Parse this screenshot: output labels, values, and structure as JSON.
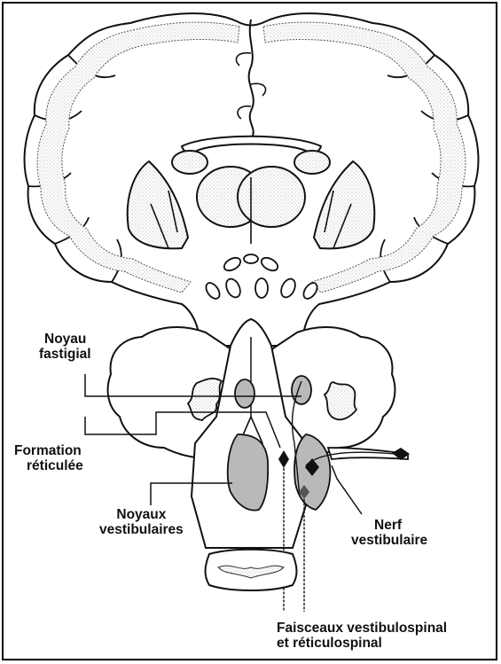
{
  "labels": {
    "noyau_fastigial": [
      "Noyau",
      "fastigial"
    ],
    "formation_reticulee": [
      "Formation",
      "réticulée"
    ],
    "noyaux_vestibulaires": [
      "Noyaux",
      "vestibulaires"
    ],
    "nerf_vestibulaire": [
      "Nerf",
      "vestibulaire"
    ],
    "faisceaux": [
      "Faisceaux vestibulospinal",
      "et réticulospinal"
    ]
  },
  "colors": {
    "outline": "#111111",
    "gray_matter": "#e6e6e6",
    "nucleus_fill": "#b9b9b9",
    "border": "#000000"
  }
}
